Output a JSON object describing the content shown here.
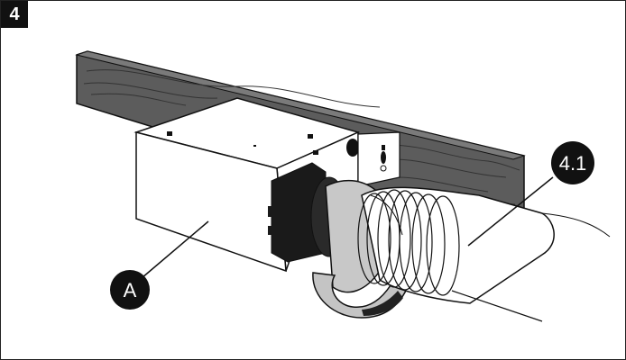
{
  "step_number": "4",
  "callouts": {
    "a": "A",
    "pipe": "4.1"
  },
  "colors": {
    "wood": "#5a5a5a",
    "grain": "#333333",
    "box": "#ffffff",
    "outline": "#111111",
    "flange": "#1a1a1a",
    "tape": "#c8c8c8",
    "callout_bg": "#111111"
  }
}
